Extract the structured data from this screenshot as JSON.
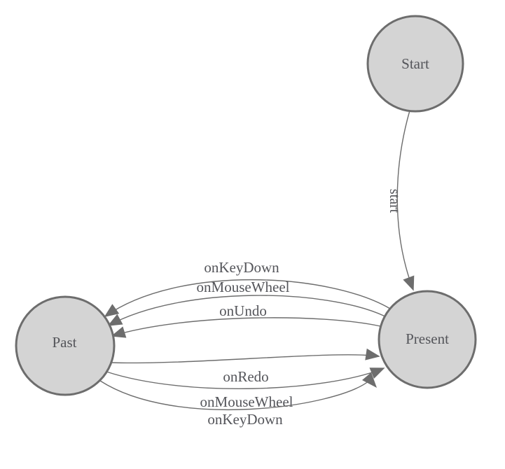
{
  "diagram": {
    "type": "finite-state-machine",
    "background": "#ffffff",
    "colors": {
      "node_fill": "#d4d4d4",
      "node_stroke": "#6d6d6d",
      "edge": "#6d6d6d",
      "label": "#54555a"
    },
    "nodes": [
      {
        "id": "start",
        "label": "Start"
      },
      {
        "id": "present",
        "label": "Present"
      },
      {
        "id": "past",
        "label": "Past"
      }
    ],
    "edges": [
      {
        "from": "start",
        "to": "present",
        "label": "start"
      },
      {
        "from": "present",
        "to": "past",
        "label": "onKeyDown"
      },
      {
        "from": "present",
        "to": "past",
        "label": "onMouseWheel"
      },
      {
        "from": "present",
        "to": "past",
        "label": "onUndo"
      },
      {
        "from": "past",
        "to": "present",
        "label": "onRedo"
      },
      {
        "from": "past",
        "to": "present",
        "label": "onMouseWheel"
      },
      {
        "from": "past",
        "to": "present",
        "label": "onKeyDown"
      }
    ]
  }
}
